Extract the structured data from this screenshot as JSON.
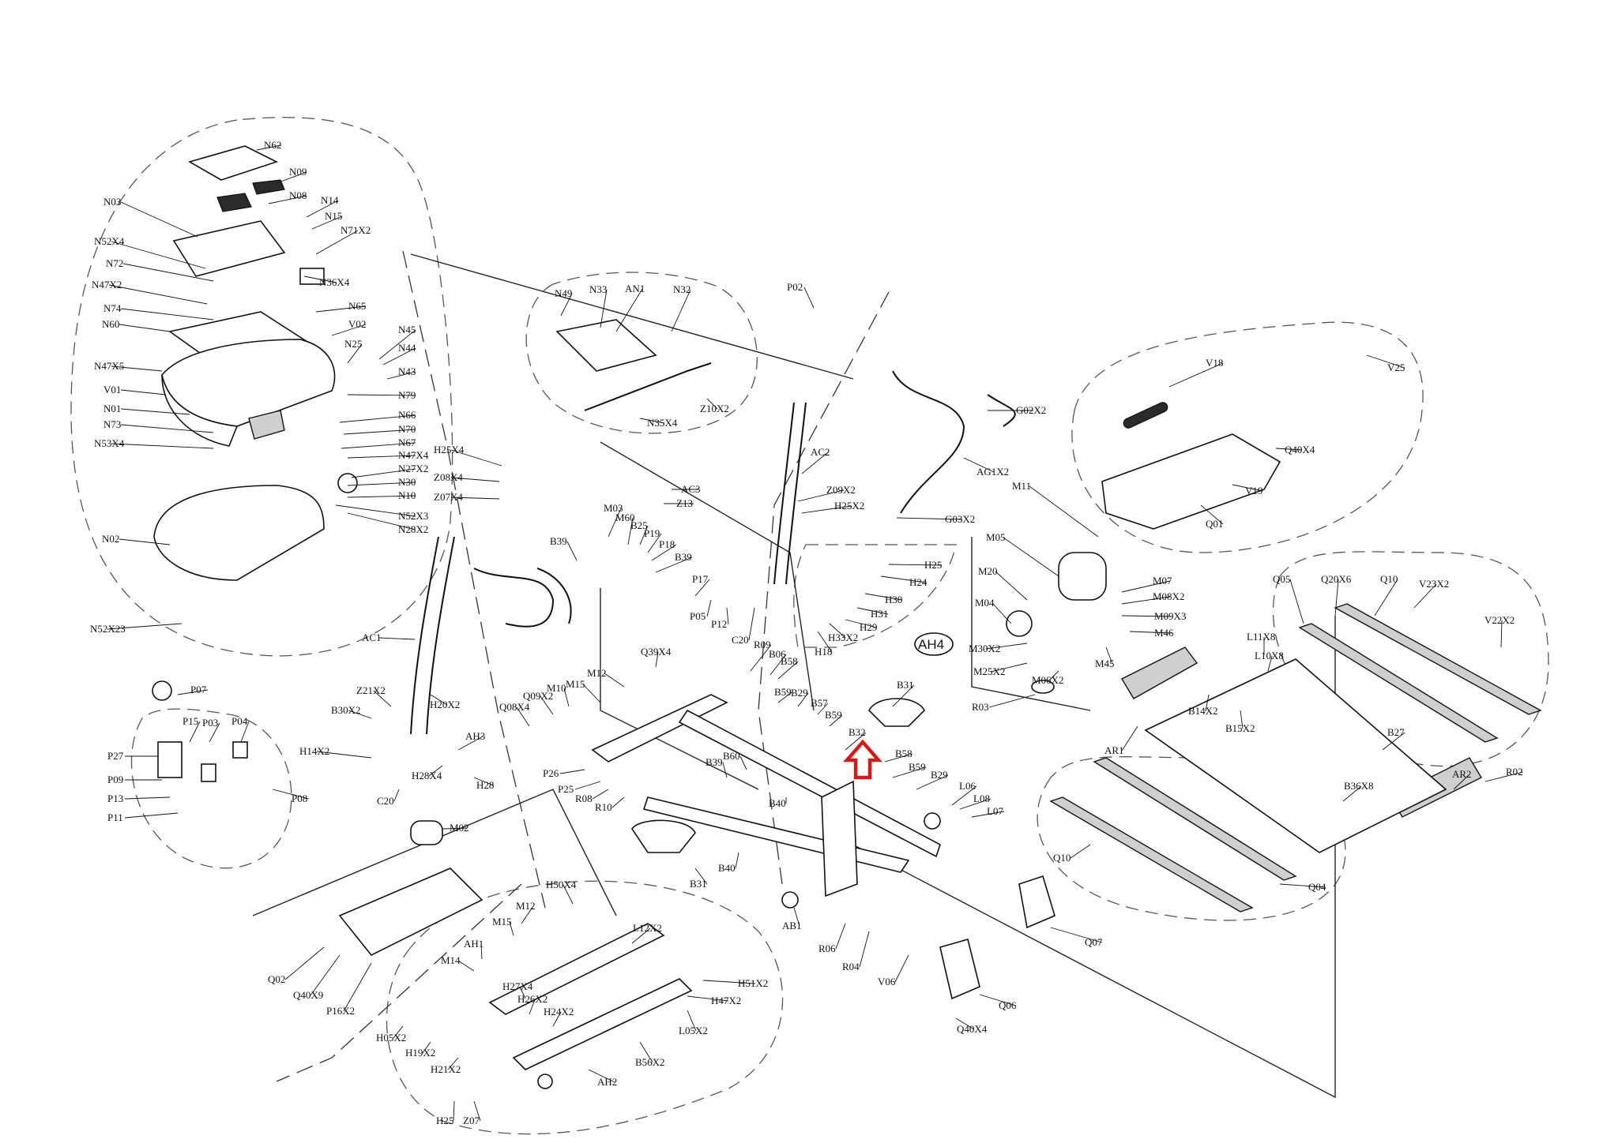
{
  "highlight": {
    "target_part": "B32",
    "arrow_color": "#d41b1b",
    "arrow_direction": "up"
  },
  "callouts": [
    {
      "id": "N62",
      "part": "N62"
    },
    {
      "id": "N09",
      "part": "N09"
    },
    {
      "id": "N08",
      "part": "N08"
    },
    {
      "id": "N14",
      "part": "N14"
    },
    {
      "id": "N15",
      "part": "N15"
    },
    {
      "id": "N71X2",
      "part": "N71X2"
    },
    {
      "id": "N03",
      "part": "N03"
    },
    {
      "id": "N52X4",
      "part": "N52X4"
    },
    {
      "id": "N72",
      "part": "N72"
    },
    {
      "id": "N47X2",
      "part": "N47X2"
    },
    {
      "id": "N36X4",
      "part": "N36X4"
    },
    {
      "id": "N74",
      "part": "N74"
    },
    {
      "id": "N60",
      "part": "N60"
    },
    {
      "id": "N65",
      "part": "N65"
    },
    {
      "id": "V02",
      "part": "V02"
    },
    {
      "id": "N25",
      "part": "N25"
    },
    {
      "id": "N45",
      "part": "N45"
    },
    {
      "id": "N44",
      "part": "N44"
    },
    {
      "id": "N43",
      "part": "N43"
    },
    {
      "id": "N47X5",
      "part": "N47X5"
    },
    {
      "id": "V01",
      "part": "V01"
    },
    {
      "id": "N79",
      "part": "N79"
    },
    {
      "id": "N01",
      "part": "N01"
    },
    {
      "id": "N66",
      "part": "N66"
    },
    {
      "id": "N73",
      "part": "N73"
    },
    {
      "id": "N70",
      "part": "N70"
    },
    {
      "id": "N53X4",
      "part": "N53X4"
    },
    {
      "id": "N67",
      "part": "N67"
    },
    {
      "id": "N47X4",
      "part": "N47X4"
    },
    {
      "id": "N27X2",
      "part": "N27X2"
    },
    {
      "id": "N30",
      "part": "N30"
    },
    {
      "id": "N10",
      "part": "N10"
    },
    {
      "id": "N52X3",
      "part": "N52X3"
    },
    {
      "id": "N28X2",
      "part": "N28X2"
    },
    {
      "id": "N02",
      "part": "N02"
    },
    {
      "id": "N52X23",
      "part": "N52X23"
    },
    {
      "id": "N49",
      "part": "N49"
    },
    {
      "id": "N33",
      "part": "N33"
    },
    {
      "id": "AN1",
      "part": "AN1"
    },
    {
      "id": "N32",
      "part": "N32"
    },
    {
      "id": "P02",
      "part": "P02"
    },
    {
      "id": "Z10X2",
      "part": "Z10X2"
    },
    {
      "id": "N35X4",
      "part": "N35X4"
    },
    {
      "id": "H25X4",
      "part": "H25X4"
    },
    {
      "id": "Z08X4",
      "part": "Z08X4"
    },
    {
      "id": "Z07X4",
      "part": "Z07X4"
    },
    {
      "id": "AC2",
      "part": "AC2"
    },
    {
      "id": "AC3",
      "part": "AC3"
    },
    {
      "id": "Z13",
      "part": "Z13"
    },
    {
      "id": "G02X2",
      "part": "G02X2"
    },
    {
      "id": "AG1X2",
      "part": "AG1X2"
    },
    {
      "id": "V18",
      "part": "V18"
    },
    {
      "id": "V25",
      "part": "V25"
    },
    {
      "id": "Q40X4a",
      "part": "Q40X4"
    },
    {
      "id": "M11",
      "part": "M11"
    },
    {
      "id": "V19",
      "part": "V19"
    },
    {
      "id": "Q01",
      "part": "Q01"
    },
    {
      "id": "Z09X2",
      "part": "Z09X2"
    },
    {
      "id": "H25X2",
      "part": "H25X2"
    },
    {
      "id": "G03X2",
      "part": "G03X2"
    },
    {
      "id": "M03",
      "part": "M03"
    },
    {
      "id": "B25",
      "part": "B25"
    },
    {
      "id": "M60a",
      "part": "M60"
    },
    {
      "id": "P19",
      "part": "P19"
    },
    {
      "id": "P18",
      "part": "P18"
    },
    {
      "id": "B39a",
      "part": "B39"
    },
    {
      "id": "B39b",
      "part": "B39"
    },
    {
      "id": "P17",
      "part": "P17"
    },
    {
      "id": "P05",
      "part": "P05"
    },
    {
      "id": "P12",
      "part": "P12"
    },
    {
      "id": "C20a",
      "part": "C20"
    },
    {
      "id": "H24",
      "part": "H24"
    },
    {
      "id": "H25",
      "part": "H25"
    },
    {
      "id": "H30",
      "part": "H30"
    },
    {
      "id": "H31",
      "part": "H31"
    },
    {
      "id": "H29",
      "part": "H29"
    },
    {
      "id": "H33X2",
      "part": "H33X2"
    },
    {
      "id": "H18",
      "part": "H18"
    },
    {
      "id": "AH4",
      "part": "AH4"
    },
    {
      "id": "M05",
      "part": "M05"
    },
    {
      "id": "M20",
      "part": "M20"
    },
    {
      "id": "M04",
      "part": "M04"
    },
    {
      "id": "M07",
      "part": "M07"
    },
    {
      "id": "M08X2",
      "part": "M08X2"
    },
    {
      "id": "M09X3",
      "part": "M09X3"
    },
    {
      "id": "M46",
      "part": "M46"
    },
    {
      "id": "M30X2",
      "part": "M30X2"
    },
    {
      "id": "M45",
      "part": "M45"
    },
    {
      "id": "M25X2",
      "part": "M25X2"
    },
    {
      "id": "M06X2",
      "part": "M06X2"
    },
    {
      "id": "R03",
      "part": "R03"
    },
    {
      "id": "Q05",
      "part": "Q05"
    },
    {
      "id": "Q20X6",
      "part": "Q20X6"
    },
    {
      "id": "Q10a",
      "part": "Q10"
    },
    {
      "id": "V23X2",
      "part": "V23X2"
    },
    {
      "id": "V22X2",
      "part": "V22X2"
    },
    {
      "id": "L11X8",
      "part": "L11X8"
    },
    {
      "id": "L10X8",
      "part": "L10X8"
    },
    {
      "id": "B14X2",
      "part": "B14X2"
    },
    {
      "id": "B15X2",
      "part": "B15X2"
    },
    {
      "id": "B27",
      "part": "B27"
    },
    {
      "id": "AR1",
      "part": "AR1"
    },
    {
      "id": "B36X8",
      "part": "B36X8"
    },
    {
      "id": "AR2",
      "part": "AR2"
    },
    {
      "id": "R02",
      "part": "R02"
    },
    {
      "id": "AC1",
      "part": "AC1"
    },
    {
      "id": "Z21X2",
      "part": "Z21X2"
    },
    {
      "id": "B30X2",
      "part": "B30X2"
    },
    {
      "id": "H20X2",
      "part": "H20X2"
    },
    {
      "id": "Q39X4",
      "part": "Q39X4"
    },
    {
      "id": "R09",
      "part": "R09"
    },
    {
      "id": "M12a",
      "part": "M12"
    },
    {
      "id": "M15a",
      "part": "M15"
    },
    {
      "id": "M10",
      "part": "M10"
    },
    {
      "id": "Q09X2",
      "part": "Q09X2"
    },
    {
      "id": "Q08X4",
      "part": "Q08X4"
    },
    {
      "id": "B06",
      "part": "B06"
    },
    {
      "id": "B58a",
      "part": "B58"
    },
    {
      "id": "B59a",
      "part": "B59"
    },
    {
      "id": "B29a",
      "part": "B29"
    },
    {
      "id": "B57",
      "part": "B57"
    },
    {
      "id": "B59b",
      "part": "B59"
    },
    {
      "id": "B31a",
      "part": "B31"
    },
    {
      "id": "B32",
      "part": "B32"
    },
    {
      "id": "B58b",
      "part": "B58"
    },
    {
      "id": "B59c",
      "part": "B59"
    },
    {
      "id": "B29b",
      "part": "B29"
    },
    {
      "id": "L06",
      "part": "L06"
    },
    {
      "id": "L08",
      "part": "L08"
    },
    {
      "id": "L07",
      "part": "L07"
    },
    {
      "id": "P07",
      "part": "P07"
    },
    {
      "id": "P15",
      "part": "P15"
    },
    {
      "id": "P03",
      "part": "P03"
    },
    {
      "id": "P04",
      "part": "P04"
    },
    {
      "id": "P27",
      "part": "P27"
    },
    {
      "id": "P09",
      "part": "P09"
    },
    {
      "id": "P13",
      "part": "P13"
    },
    {
      "id": "P11",
      "part": "P11"
    },
    {
      "id": "P08",
      "part": "P08"
    },
    {
      "id": "H14X2",
      "part": "H14X2"
    },
    {
      "id": "AH3",
      "part": "AH3"
    },
    {
      "id": "H28X4",
      "part": "H28X4"
    },
    {
      "id": "C20b",
      "part": "C20"
    },
    {
      "id": "H28",
      "part": "H28"
    },
    {
      "id": "P26",
      "part": "P26"
    },
    {
      "id": "P25",
      "part": "P25"
    },
    {
      "id": "R08",
      "part": "R08"
    },
    {
      "id": "R10",
      "part": "R10"
    },
    {
      "id": "B39c",
      "part": "B39"
    },
    {
      "id": "B60",
      "part": "B60"
    },
    {
      "id": "B40a",
      "part": "B40"
    },
    {
      "id": "B40b",
      "part": "B40"
    },
    {
      "id": "B31b",
      "part": "B31"
    },
    {
      "id": "M02",
      "part": "M02"
    },
    {
      "id": "Q07",
      "part": "Q07"
    },
    {
      "id": "Q10b",
      "part": "Q10"
    },
    {
      "id": "Q04",
      "part": "Q04"
    },
    {
      "id": "H50X4",
      "part": "H50X4"
    },
    {
      "id": "M12b",
      "part": "M12"
    },
    {
      "id": "M15b",
      "part": "M15"
    },
    {
      "id": "AB1",
      "part": "AB1"
    },
    {
      "id": "R06",
      "part": "R06"
    },
    {
      "id": "R04",
      "part": "R04"
    },
    {
      "id": "V06",
      "part": "V06"
    },
    {
      "id": "Q06",
      "part": "Q06"
    },
    {
      "id": "Q40X4b",
      "part": "Q40X4"
    },
    {
      "id": "Q02",
      "part": "Q02"
    },
    {
      "id": "Q40X9",
      "part": "Q40X9"
    },
    {
      "id": "P16X2",
      "part": "P16X2"
    },
    {
      "id": "AH1",
      "part": "AH1"
    },
    {
      "id": "M14",
      "part": "M14"
    },
    {
      "id": "H27X4",
      "part": "H27X4"
    },
    {
      "id": "H26X2",
      "part": "H26X2"
    },
    {
      "id": "H24X2",
      "part": "H24X2"
    },
    {
      "id": "L12X2",
      "part": "L12X2"
    },
    {
      "id": "H51X2",
      "part": "H51X2"
    },
    {
      "id": "H47X2",
      "part": "H47X2"
    },
    {
      "id": "L05X2",
      "part": "L05X2"
    },
    {
      "id": "H05X2",
      "part": "H05X2"
    },
    {
      "id": "H19X2",
      "part": "H19X2"
    },
    {
      "id": "H21X2",
      "part": "H21X2"
    },
    {
      "id": "B56X2",
      "part": "B56X2"
    },
    {
      "id": "AH2",
      "part": "AH2"
    },
    {
      "id": "H25b",
      "part": "H25"
    },
    {
      "id": "Z07",
      "part": "Z07"
    }
  ]
}
